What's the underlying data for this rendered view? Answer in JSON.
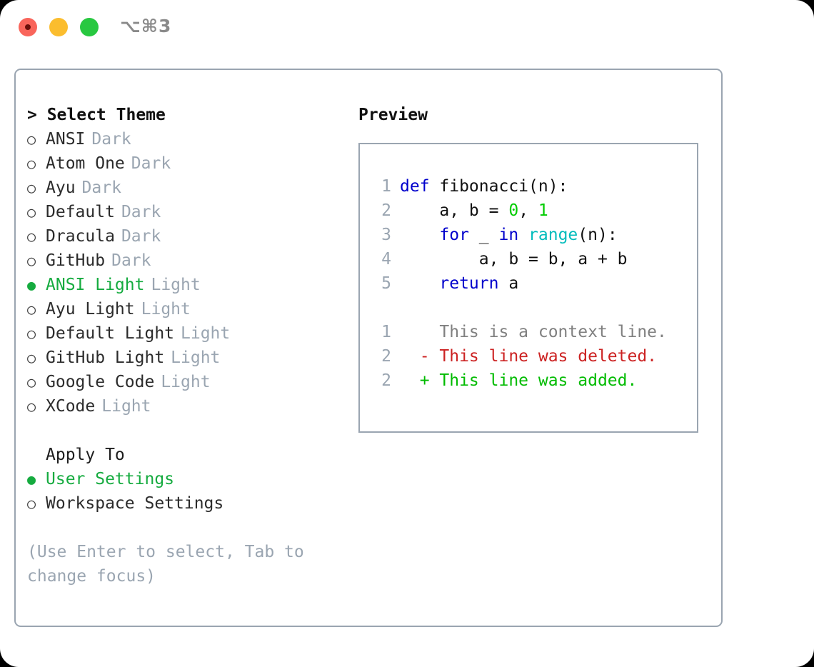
{
  "titlebar": {
    "shortcut": "⌥⌘3",
    "buttons": [
      "close",
      "minimize",
      "maximize"
    ]
  },
  "theme_panel": {
    "title": "> Select Theme",
    "options": [
      {
        "name": "ANSI",
        "kind": "Dark",
        "selected": false,
        "marker": "○"
      },
      {
        "name": "Atom One",
        "kind": "Dark",
        "selected": false,
        "marker": "○"
      },
      {
        "name": "Ayu",
        "kind": "Dark",
        "selected": false,
        "marker": "○"
      },
      {
        "name": "Default",
        "kind": "Dark",
        "selected": false,
        "marker": "○"
      },
      {
        "name": "Dracula",
        "kind": "Dark",
        "selected": false,
        "marker": "○"
      },
      {
        "name": "GitHub",
        "kind": "Dark",
        "selected": false,
        "marker": "○"
      },
      {
        "name": "ANSI Light",
        "kind": "Light",
        "selected": true,
        "marker": "●"
      },
      {
        "name": "Ayu Light",
        "kind": "Light",
        "selected": false,
        "marker": "○"
      },
      {
        "name": "Default Light",
        "kind": "Light",
        "selected": false,
        "marker": "○"
      },
      {
        "name": "GitHub Light",
        "kind": "Light",
        "selected": false,
        "marker": "○"
      },
      {
        "name": "Google Code",
        "kind": "Light",
        "selected": false,
        "marker": "○"
      },
      {
        "name": "XCode",
        "kind": "Light",
        "selected": false,
        "marker": "○"
      }
    ]
  },
  "apply_to": {
    "title": "Apply To",
    "options": [
      {
        "name": "User Settings",
        "selected": true,
        "marker": "●"
      },
      {
        "name": "Workspace Settings",
        "selected": false,
        "marker": "○"
      }
    ]
  },
  "hint": "(Use Enter to select, Tab to change focus)",
  "preview": {
    "title": "Preview",
    "code_lines": [
      {
        "no": "1",
        "tokens": [
          {
            "t": "def ",
            "c": "kw"
          },
          {
            "t": "fibonacci(n):",
            "c": "txt"
          }
        ]
      },
      {
        "no": "2",
        "tokens": [
          {
            "t": "    a, b = ",
            "c": "txt"
          },
          {
            "t": "0",
            "c": "num"
          },
          {
            "t": ", ",
            "c": "txt"
          },
          {
            "t": "1",
            "c": "num"
          }
        ]
      },
      {
        "no": "3",
        "tokens": [
          {
            "t": "    ",
            "c": "txt"
          },
          {
            "t": "for",
            "c": "kw"
          },
          {
            "t": " _ ",
            "c": "txt"
          },
          {
            "t": "in",
            "c": "kw"
          },
          {
            "t": " ",
            "c": "txt"
          },
          {
            "t": "range",
            "c": "fn"
          },
          {
            "t": "(n):",
            "c": "txt"
          }
        ]
      },
      {
        "no": "4",
        "tokens": [
          {
            "t": "        a, b = b, a + b",
            "c": "txt"
          }
        ]
      },
      {
        "no": "5",
        "tokens": [
          {
            "t": "    ",
            "c": "txt"
          },
          {
            "t": "return",
            "c": "kw"
          },
          {
            "t": " a",
            "c": "txt"
          }
        ]
      }
    ],
    "diff_lines": [
      {
        "no": "1",
        "prefix": "  ",
        "text": "This is a context line.",
        "kind": "ctx"
      },
      {
        "no": "2",
        "prefix": "- ",
        "text": "This line was deleted.",
        "kind": "del"
      },
      {
        "no": "2",
        "prefix": "+ ",
        "text": "This line was added.",
        "kind": "add"
      }
    ]
  },
  "colors": {
    "accent_green": "#15ab3f",
    "muted": "#9aa5b1",
    "keyword": "#0000cc",
    "function": "#00bcbc",
    "number": "#00cc00",
    "diff_add": "#00bb00",
    "diff_del": "#cc2222",
    "diff_ctx": "#808080",
    "border": "#9aa5b1"
  }
}
